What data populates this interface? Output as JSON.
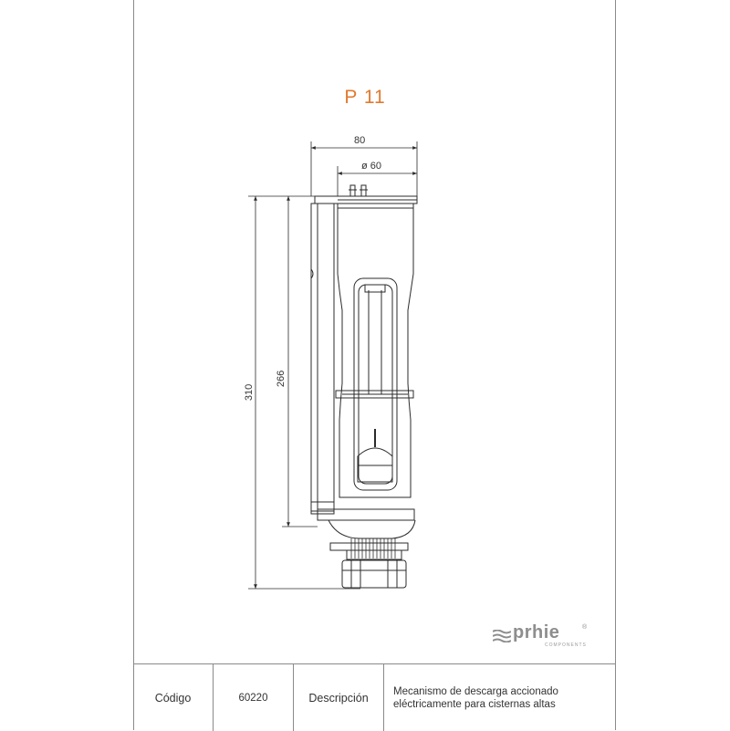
{
  "title": "P 11",
  "dimensions": {
    "width_total": "80",
    "diameter": "ø 60",
    "height_total": "310",
    "height_body": "266"
  },
  "logo": {
    "word": "prhie",
    "sub": "COMPONENTS",
    "reg": "®"
  },
  "footer": {
    "code_label": "Código",
    "code_value": "60220",
    "desc_label": "Descripción",
    "desc_line1": "Mecanismo de descarga accionado",
    "desc_line2": "eléctricamente para cisternas altas"
  },
  "colors": {
    "title": "#e07a2e",
    "lines": "#2b2b2b",
    "frame": "#8a8a8a",
    "logo": "#8e8e8e"
  }
}
